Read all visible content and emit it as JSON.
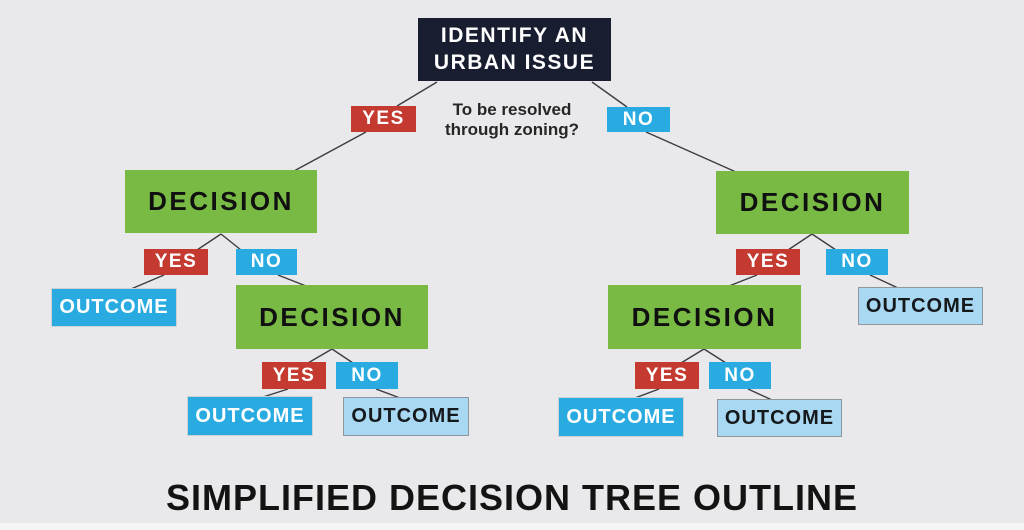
{
  "diagram": {
    "title": "SIMPLIFIED DECISION TREE OUTLINE",
    "root": {
      "line1": "IDENTIFY AN",
      "line2": "URBAN ISSUE"
    },
    "question": {
      "line1": "To be resolved",
      "line2": "through zoning?"
    },
    "labels": {
      "yes": "YES",
      "no": "NO",
      "decision": "DECISION",
      "outcome": "OUTCOME"
    },
    "edges": [
      {
        "from": "identify-an-urban-issue",
        "label": "YES",
        "to": "decision-left"
      },
      {
        "from": "identify-an-urban-issue",
        "label": "NO",
        "to": "decision-right"
      },
      {
        "from": "decision-left",
        "label": "YES",
        "to": "outcome-left-1"
      },
      {
        "from": "decision-left",
        "label": "NO",
        "to": "decision-left-2"
      },
      {
        "from": "decision-left-2",
        "label": "YES",
        "to": "outcome-left-2-yes"
      },
      {
        "from": "decision-left-2",
        "label": "NO",
        "to": "outcome-left-2-no"
      },
      {
        "from": "decision-right",
        "label": "YES",
        "to": "decision-right-2"
      },
      {
        "from": "decision-right",
        "label": "NO",
        "to": "outcome-right-1"
      },
      {
        "from": "decision-right-2",
        "label": "YES",
        "to": "outcome-right-2-yes"
      },
      {
        "from": "decision-right-2",
        "label": "NO",
        "to": "outcome-right-2-no"
      }
    ],
    "colors": {
      "background": "#e9e9eb",
      "root_bg": "#181d30",
      "decision_bg": "#79ba44",
      "yes_bg": "#c43a30",
      "no_bg": "#29abe2",
      "outcome_primary_bg": "#29abe2",
      "outcome_secondary_bg": "#a9d9f2",
      "line": "#3c3c40",
      "title_text": "#131313"
    }
  }
}
